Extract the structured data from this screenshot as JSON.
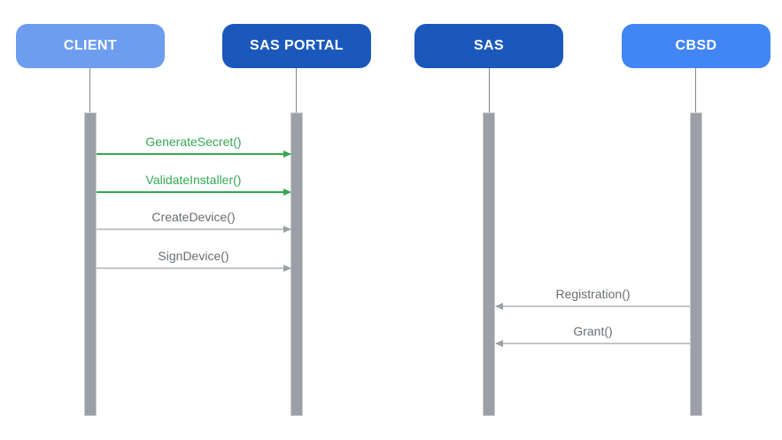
{
  "diagram": {
    "type": "sequence-diagram",
    "actors": [
      {
        "id": "client",
        "label": "CLIENT",
        "box_color": "#6D9DEF"
      },
      {
        "id": "sas-portal",
        "label": "SAS PORTAL",
        "box_color": "#1B58BC"
      },
      {
        "id": "sas",
        "label": "SAS",
        "box_color": "#1B58BC"
      },
      {
        "id": "cbsd",
        "label": "CBSD",
        "box_color": "#4285F4"
      }
    ],
    "messages": [
      {
        "label": "GenerateSecret()",
        "from": "client",
        "to": "sas-portal",
        "direction": "right",
        "style": "green"
      },
      {
        "label": "ValidateInstaller()",
        "from": "client",
        "to": "sas-portal",
        "direction": "right",
        "style": "green"
      },
      {
        "label": "CreateDevice()",
        "from": "client",
        "to": "sas-portal",
        "direction": "right",
        "style": "gray"
      },
      {
        "label": "SignDevice()",
        "from": "client",
        "to": "sas-portal",
        "direction": "right",
        "style": "gray"
      },
      {
        "label": "Registration()",
        "from": "cbsd",
        "to": "sas",
        "direction": "left",
        "style": "gray"
      },
      {
        "label": "Grant()",
        "from": "cbsd",
        "to": "sas",
        "direction": "left",
        "style": "gray"
      }
    ],
    "colors": {
      "background": "#FFFFFF",
      "client_box": "#6D9DEF",
      "sas_portal_box": "#1B58BC",
      "sas_box": "#1B58BC",
      "cbsd_box": "#4285F4",
      "box_label": "#FFFFFF",
      "green": "#34A853",
      "gray_text": "#696E72",
      "gray_line": "#C2C5C9",
      "gray_arrowhead": "#9AA0A6",
      "lifeline_bar": "#9AA0A6",
      "lifeline_bar_border": "#C9CCCF",
      "connector": "#80868B"
    }
  }
}
